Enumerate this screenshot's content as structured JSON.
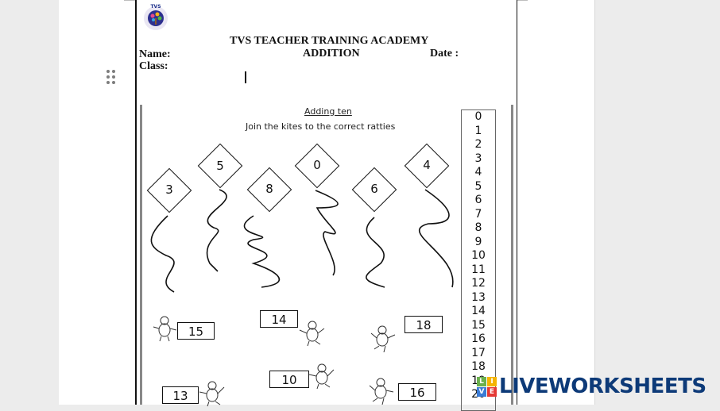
{
  "document": {
    "header": {
      "logo_label": "TVS",
      "title": "TVS TEACHER TRAINING ACADEMY",
      "subtitle": "ADDITION",
      "name_label": "Name:",
      "class_label": "Class:",
      "date_label": "Date :"
    },
    "worksheet": {
      "heading": "Adding ten",
      "instruction": "Join the kites to the correct ratties",
      "kites": [
        {
          "value": "3"
        },
        {
          "value": "5"
        },
        {
          "value": "8"
        },
        {
          "value": "0"
        },
        {
          "value": "6"
        },
        {
          "value": "4"
        }
      ],
      "number_line": [
        "0",
        "1",
        "2",
        "3",
        "4",
        "5",
        "6",
        "7",
        "8",
        "9",
        "10",
        "11",
        "12",
        "13",
        "14",
        "15",
        "16",
        "17",
        "18",
        "19",
        "20"
      ],
      "ratties": [
        {
          "value": "15"
        },
        {
          "value": "14"
        },
        {
          "value": "18"
        },
        {
          "value": "10"
        },
        {
          "value": "13"
        },
        {
          "value": "16"
        }
      ]
    }
  },
  "branding": {
    "live_letters": [
      "L",
      "I",
      "V",
      "E"
    ],
    "live_colors": [
      "#6ab04c",
      "#f5b400",
      "#3a7bd5",
      "#e53935"
    ],
    "name": "LIVEWORKSHEETS",
    "color": "#0d3a78"
  },
  "icons": {
    "drag_handle": "drag-handle-icon",
    "logo": "tvs-academy-logo"
  }
}
